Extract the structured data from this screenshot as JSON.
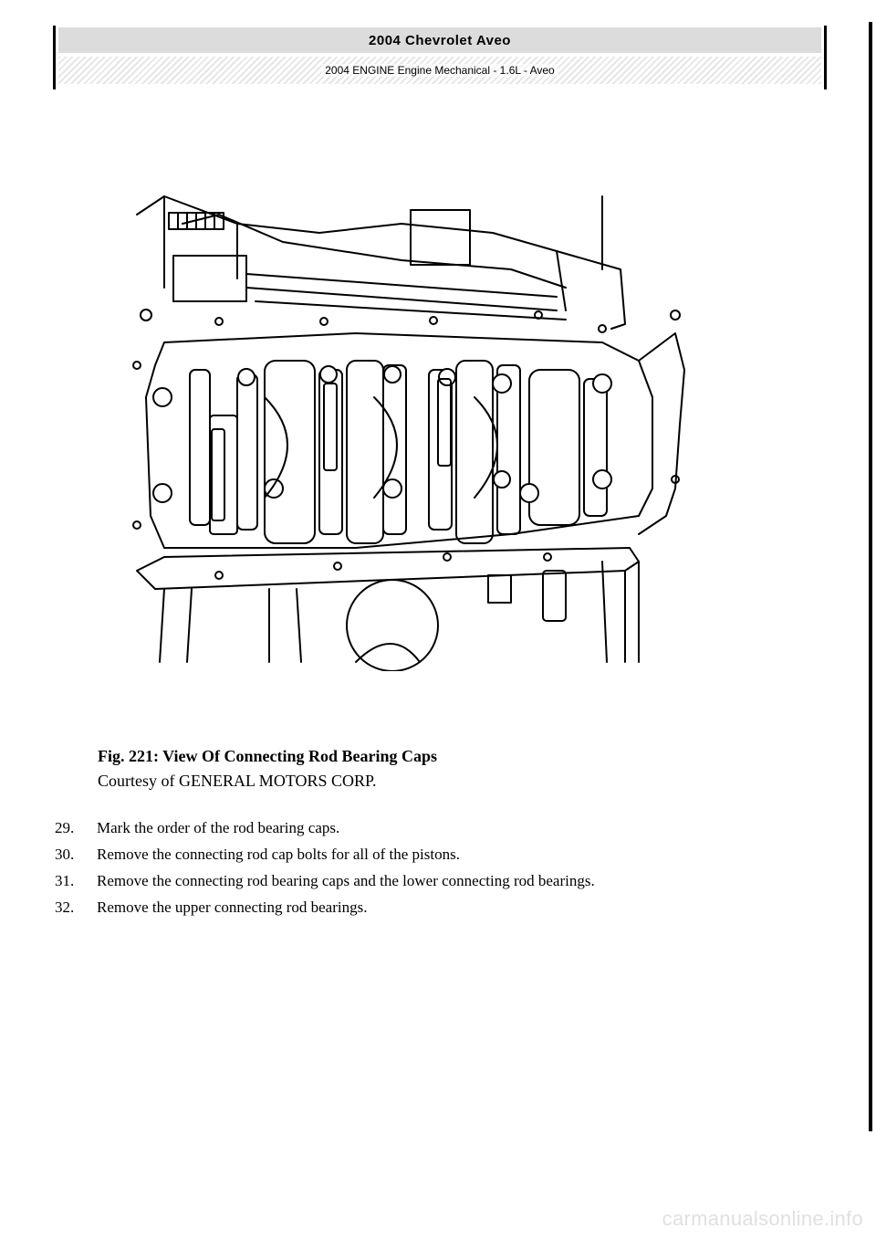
{
  "header": {
    "title": "2004 Chevrolet Aveo",
    "subtitle": "2004 ENGINE Engine Mechanical - 1.6L - Aveo"
  },
  "figure": {
    "caption_title": "Fig. 221: View Of Connecting Rod Bearing Caps",
    "caption_credit": "Courtesy of GENERAL MOTORS CORP."
  },
  "steps": [
    {
      "num": "29.",
      "text": "Mark the order of the rod bearing caps."
    },
    {
      "num": "30.",
      "text": "Remove the connecting rod cap bolts for all of the pistons."
    },
    {
      "num": "31.",
      "text": "Remove the connecting rod bearing caps and the lower connecting rod bearings."
    },
    {
      "num": "32.",
      "text": "Remove the upper connecting rod bearings."
    }
  ],
  "footer": {
    "watermark": "carmanualsonline.info"
  }
}
